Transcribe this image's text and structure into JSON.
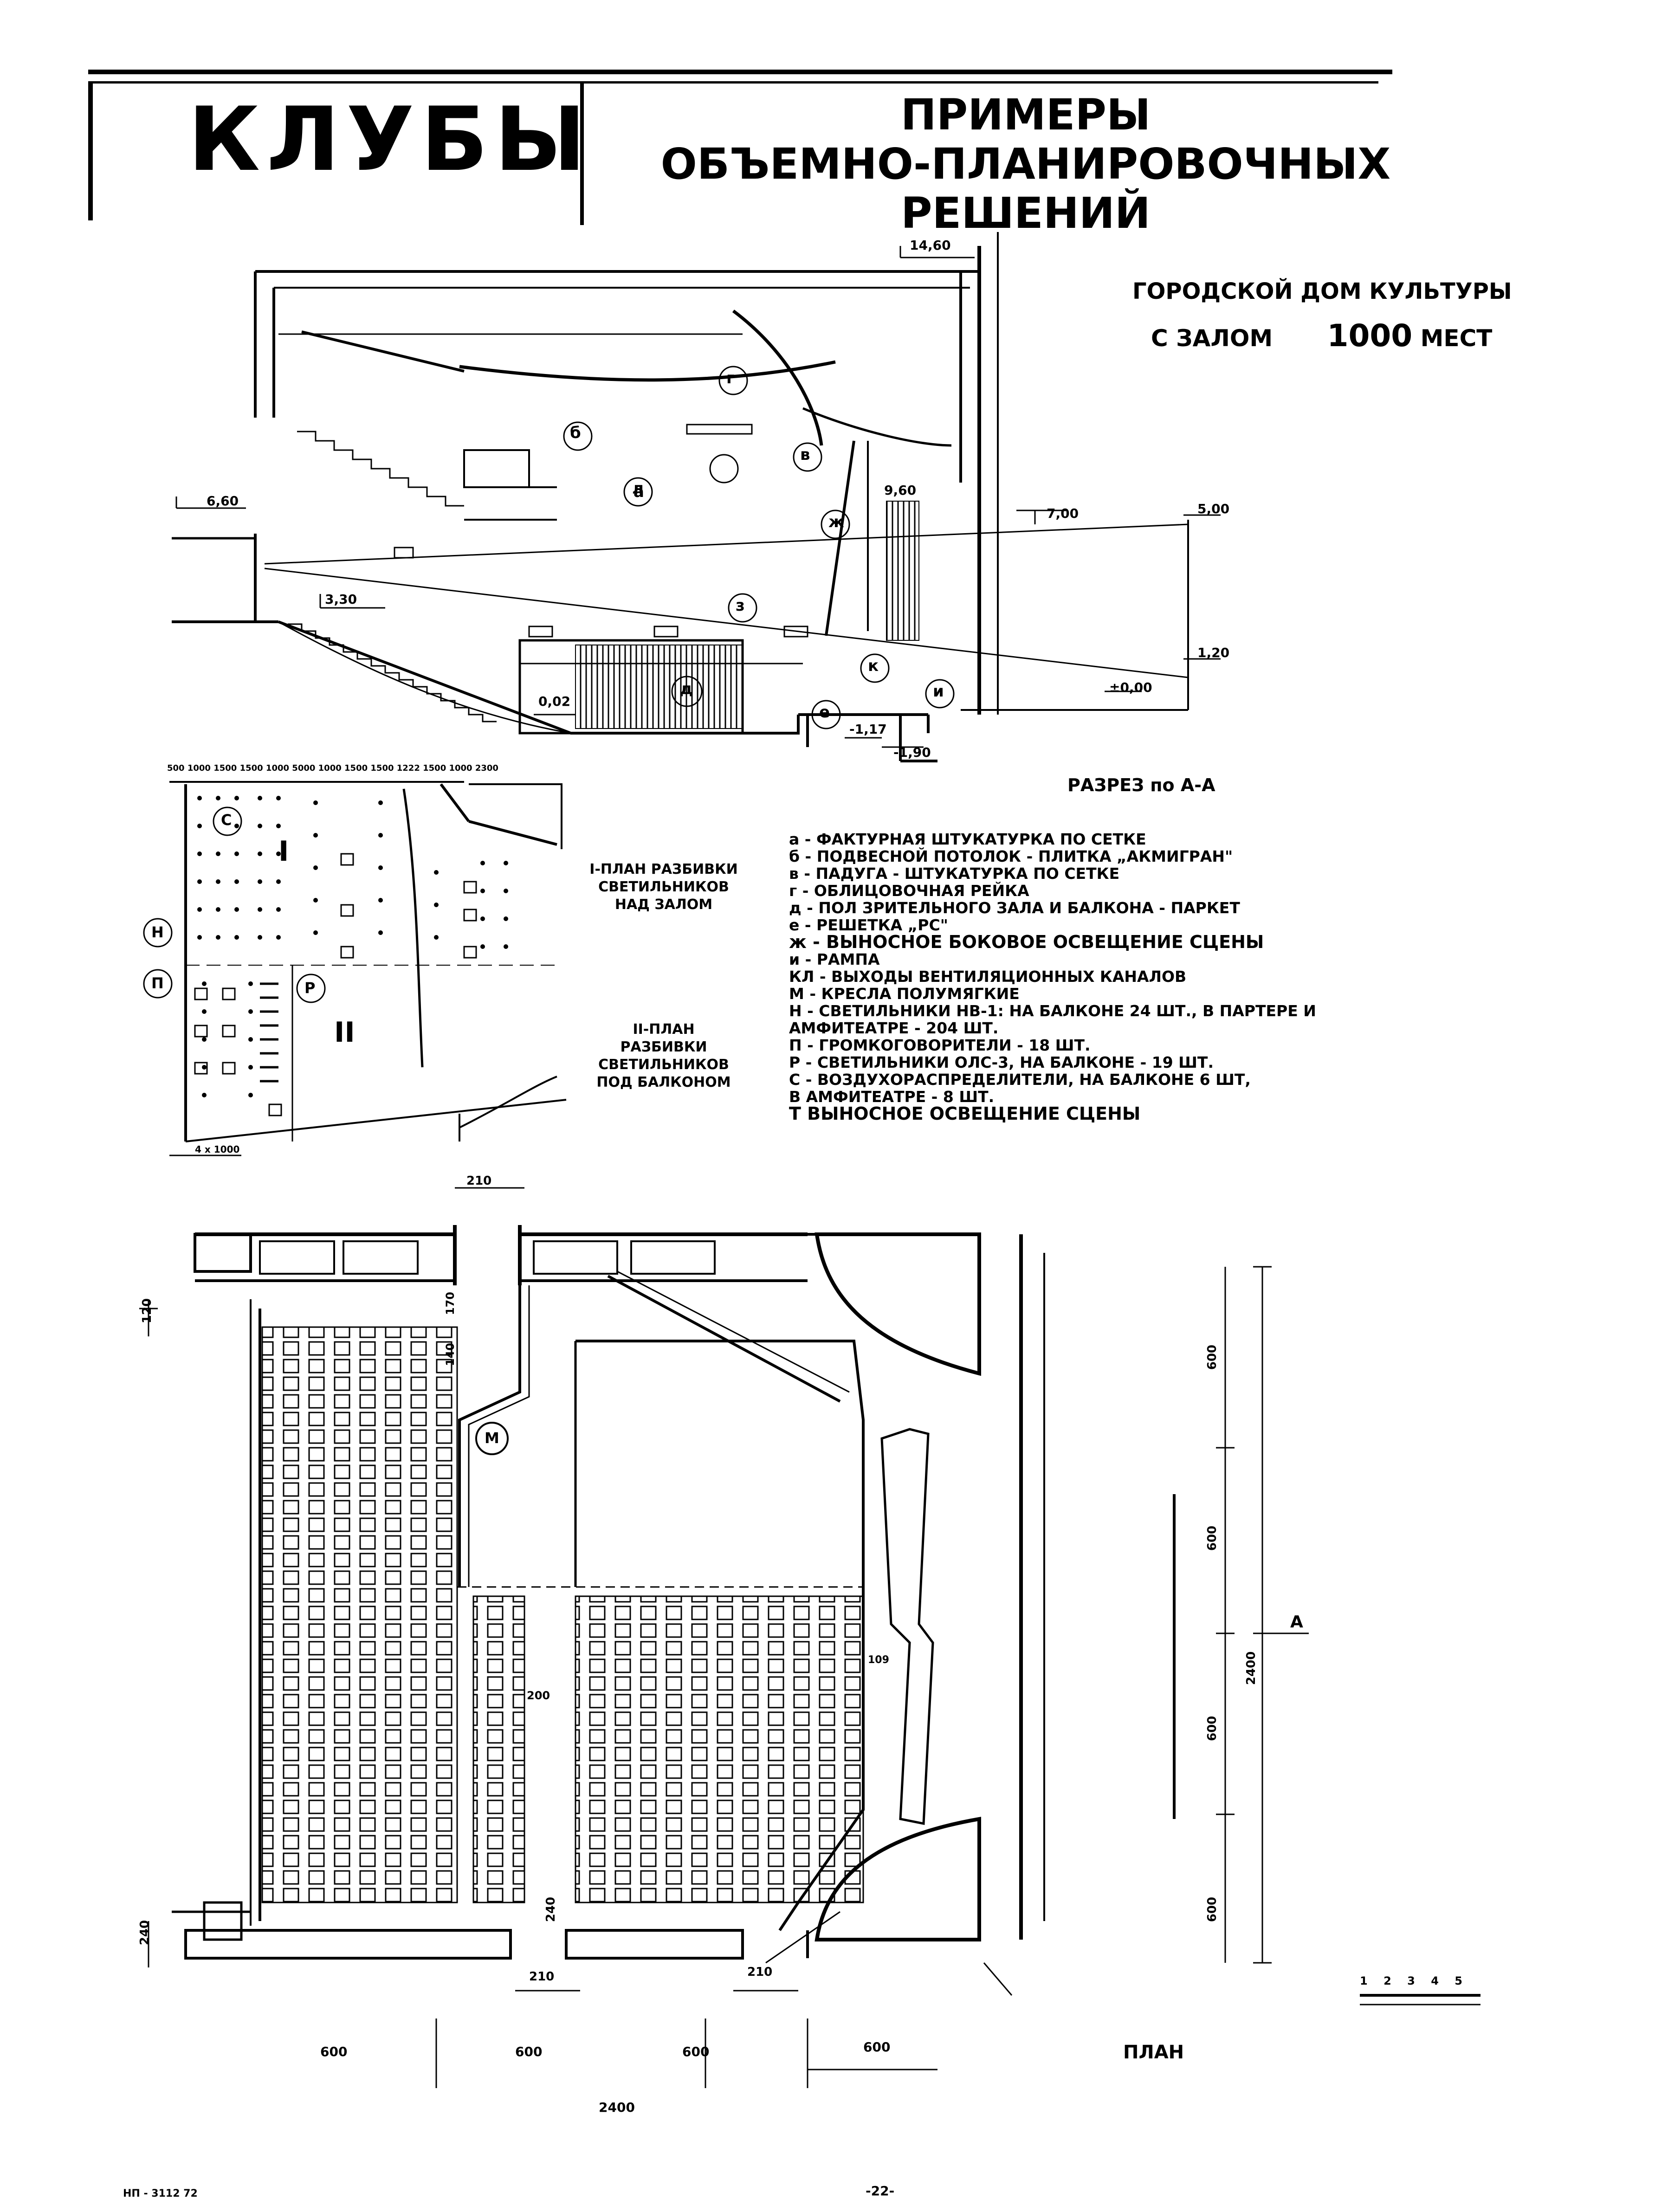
{
  "header": {
    "left_title": "КЛУБЫ",
    "right_title_line1": "ПРИМЕРЫ",
    "right_title_line2": "ОБЪЕМНО-ПЛАНИРОВОЧНЫХ РЕШЕНИЙ"
  },
  "project": {
    "title_line1": "ГОРОДСКОЙ ДОМ КУЛЬТУРЫ",
    "title_line2_prefix": "С ЗАЛОМ",
    "title_line2_number": "1000",
    "title_line2_suffix": "МЕСТ"
  },
  "section": {
    "caption": "РАЗРЕЗ по А-А",
    "levels": [
      "14,60",
      "6,60",
      "3,30",
      "9,60",
      "7,00",
      "5,00",
      "1,20",
      "±0,00",
      "0,02",
      "-1,17",
      "-1,90"
    ],
    "markers": [
      "а",
      "б",
      "в",
      "г",
      "д",
      "е",
      "ж",
      "з",
      "к",
      "л",
      "и"
    ]
  },
  "lighting_plan": {
    "label_I": "I-ПЛАН РАЗБИВКИ СВЕТИЛЬНИКОВ НАД ЗАЛОМ",
    "label_II": "II-ПЛАН РАЗБИВКИ СВЕТИЛЬНИКОВ ПОД БАЛКОНОМ",
    "roman_I": "I",
    "roman_II": "II",
    "markers": [
      "С",
      "Н",
      "П",
      "Р"
    ],
    "top_dims": "500 1000 1500 1500 1000 5000 1000 1500 1500 1222 1500 1000 2300",
    "bottom_dim": "4 x 1000"
  },
  "legend": [
    "а - ФАКТУРНАЯ ШТУКАТУРКА ПО СЕТКЕ",
    "б - ПОДВЕСНОЙ ПОТОЛОК - ПЛИТКА „АКМИГРАН\"",
    "в - ПАДУГА - ШТУКАТУРКА ПО СЕТКЕ",
    "г - ОБЛИЦОВОЧНАЯ РЕЙКА",
    "д - ПОЛ ЗРИТЕЛЬНОГО ЗАЛА И БАЛКОНА - ПАРКЕТ",
    "е - РЕШЕТКА „РС\"",
    "ж - ВЫНОСНОЕ БОКОВОЕ ОСВЕЩЕНИЕ СЦЕНЫ",
    "и - РАМПА",
    "КЛ - ВЫХОДЫ ВЕНТИЛЯЦИОННЫХ КАНАЛОВ",
    "М - КРЕСЛА ПОЛУМЯГКИЕ",
    "Н - СВЕТИЛЬНИКИ НВ-1: НА БАЛКОНЕ 24 ШТ., В ПАРТЕРЕ И",
    "      АМФИТЕАТРЕ - 204 ШТ.",
    "П - ГРОМКОГОВОРИТЕЛИ - 18 ШТ.",
    "Р - СВЕТИЛЬНИКИ ОЛС-3, НА БАЛКОНЕ - 19 ШТ.",
    "С - ВОЗДУХОРАСПРЕДЕЛИТЕЛИ, НА БАЛКОНЕ 6 ШТ,",
    "      В АМФИТЕАТРЕ - 8 ШТ.",
    "Т      ВЫНОСНОЕ ОСВЕЩЕНИЕ СЦЕНЫ"
  ],
  "plan": {
    "caption": "ПЛАН",
    "marker_M": "М",
    "section_mark": "А",
    "dims": {
      "top_210": "210",
      "left_120": "120",
      "d_170": "170",
      "d_140": "140",
      "mid_200": "200",
      "row_109": "109",
      "bottom_210a": "210",
      "bottom_210b": "210",
      "left_240": "240",
      "left_240b": "240",
      "right_600a": "600",
      "right_600b": "600",
      "right_600c": "600",
      "right_600d": "600",
      "right_2400": "2400",
      "b_600a": "600",
      "b_600b": "600",
      "b_600c": "600",
      "b_600d": "600",
      "b_2400": "2400"
    },
    "scale_ticks": [
      "1",
      "2",
      "3",
      "4",
      "5"
    ]
  },
  "footer": {
    "left": "НП - 3112 72",
    "page": "-22-"
  }
}
